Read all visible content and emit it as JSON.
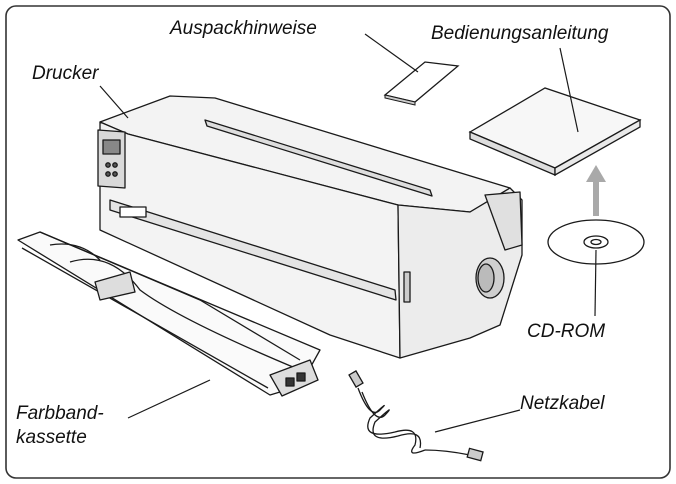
{
  "labels": {
    "printer": "Drucker",
    "unpacking_notes": "Auspackhinweise",
    "manual": "Bedienungsanleitung",
    "cdrom": "CD-ROM",
    "power_cable": "Netzkabel",
    "ribbon_line1": "Farbband-",
    "ribbon_line2": "kassette"
  },
  "colors": {
    "line": "#1a1a1a",
    "frame": "#333333",
    "printer_body": "#f3f3f3",
    "panel": "#d9d9d9",
    "arrow": "#a9a9a9"
  }
}
